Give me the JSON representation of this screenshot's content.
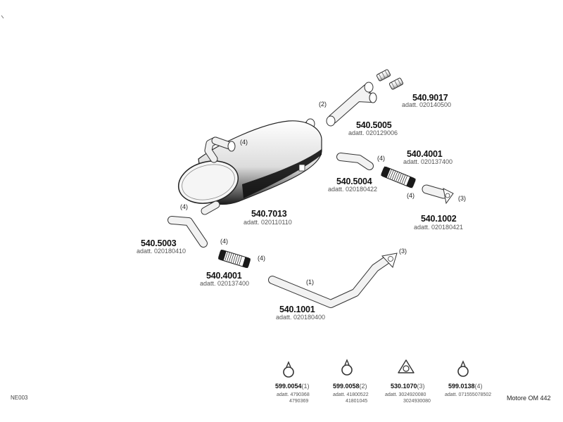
{
  "parts": [
    {
      "id": "p9017",
      "pn": "540.9017",
      "sub": "adatt. 020140500",
      "qty": ""
    },
    {
      "id": "p5005",
      "pn": "540.5005",
      "sub": "adatt. 020129006",
      "qty": "(2)"
    },
    {
      "id": "p4001a",
      "pn": "540.4001",
      "sub": "adatt. 020137400",
      "qty": "(4)"
    },
    {
      "id": "p5004",
      "pn": "540.5004",
      "sub": "adatt. 020180422",
      "qty": "(4)"
    },
    {
      "id": "p1002",
      "pn": "540.1002",
      "sub": "adatt. 020180421",
      "qty": "(3)"
    },
    {
      "id": "p7013",
      "pn": "540.7013",
      "sub": "adatt. 020110110",
      "qty": "(4)"
    },
    {
      "id": "p5003",
      "pn": "540.5003",
      "sub": "adatt. 020180410",
      "qty": "(4)"
    },
    {
      "id": "p4001b",
      "pn": "540.4001",
      "sub": "adatt. 020137400",
      "qty": "(4)"
    },
    {
      "id": "p1001",
      "pn": "540.1001",
      "sub": "adatt. 020180400",
      "qty": "(1)"
    }
  ],
  "extra_qty": {
    "q4001a_lower": "(4)",
    "q4001b_right": "(4)",
    "q_flange": "(3)"
  },
  "hardware": [
    {
      "pn": "599.0054",
      "qty": "(1)",
      "sub1": "adatt. 4790368",
      "sub2": "4790369"
    },
    {
      "pn": "599.0058",
      "qty": "(2)",
      "sub1": "adatt. 41800522",
      "sub2": "41801045"
    },
    {
      "pn": "530.1070",
      "qty": "(3)",
      "sub1": "adatt. 3024920080",
      "sub2": "3024930080"
    },
    {
      "pn": "599.0138",
      "qty": "(4)",
      "sub1": "adatt. 071555078502",
      "sub2": ""
    }
  ],
  "corner_code": "NE003",
  "engine": "Motore OM 442"
}
